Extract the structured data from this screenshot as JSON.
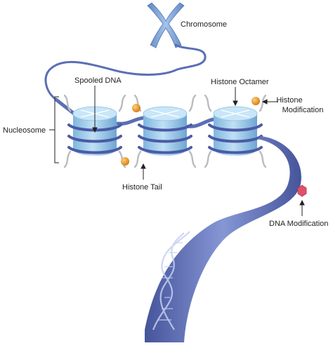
{
  "labels": {
    "chromosome": "Chromosome",
    "spooled_dna": "Spooled DNA",
    "histone_octamer": "Histone Octamer",
    "histone_modification_line1": "Histone",
    "histone_modification_line2": "Modification",
    "nucleosome": "Nucleosome",
    "histone_tail": "Histone Tail",
    "dna_modification": "DNA Modification"
  },
  "colors": {
    "histone_light": "#a9d4ef",
    "histone_mid": "#7fb8e0",
    "dna_strand": "#5b6fb4",
    "dna_dark": "#3f4d98",
    "modification_dot": "#e08a1e",
    "dna_modification": "#e0506a",
    "tail": "#b9bcc1"
  }
}
